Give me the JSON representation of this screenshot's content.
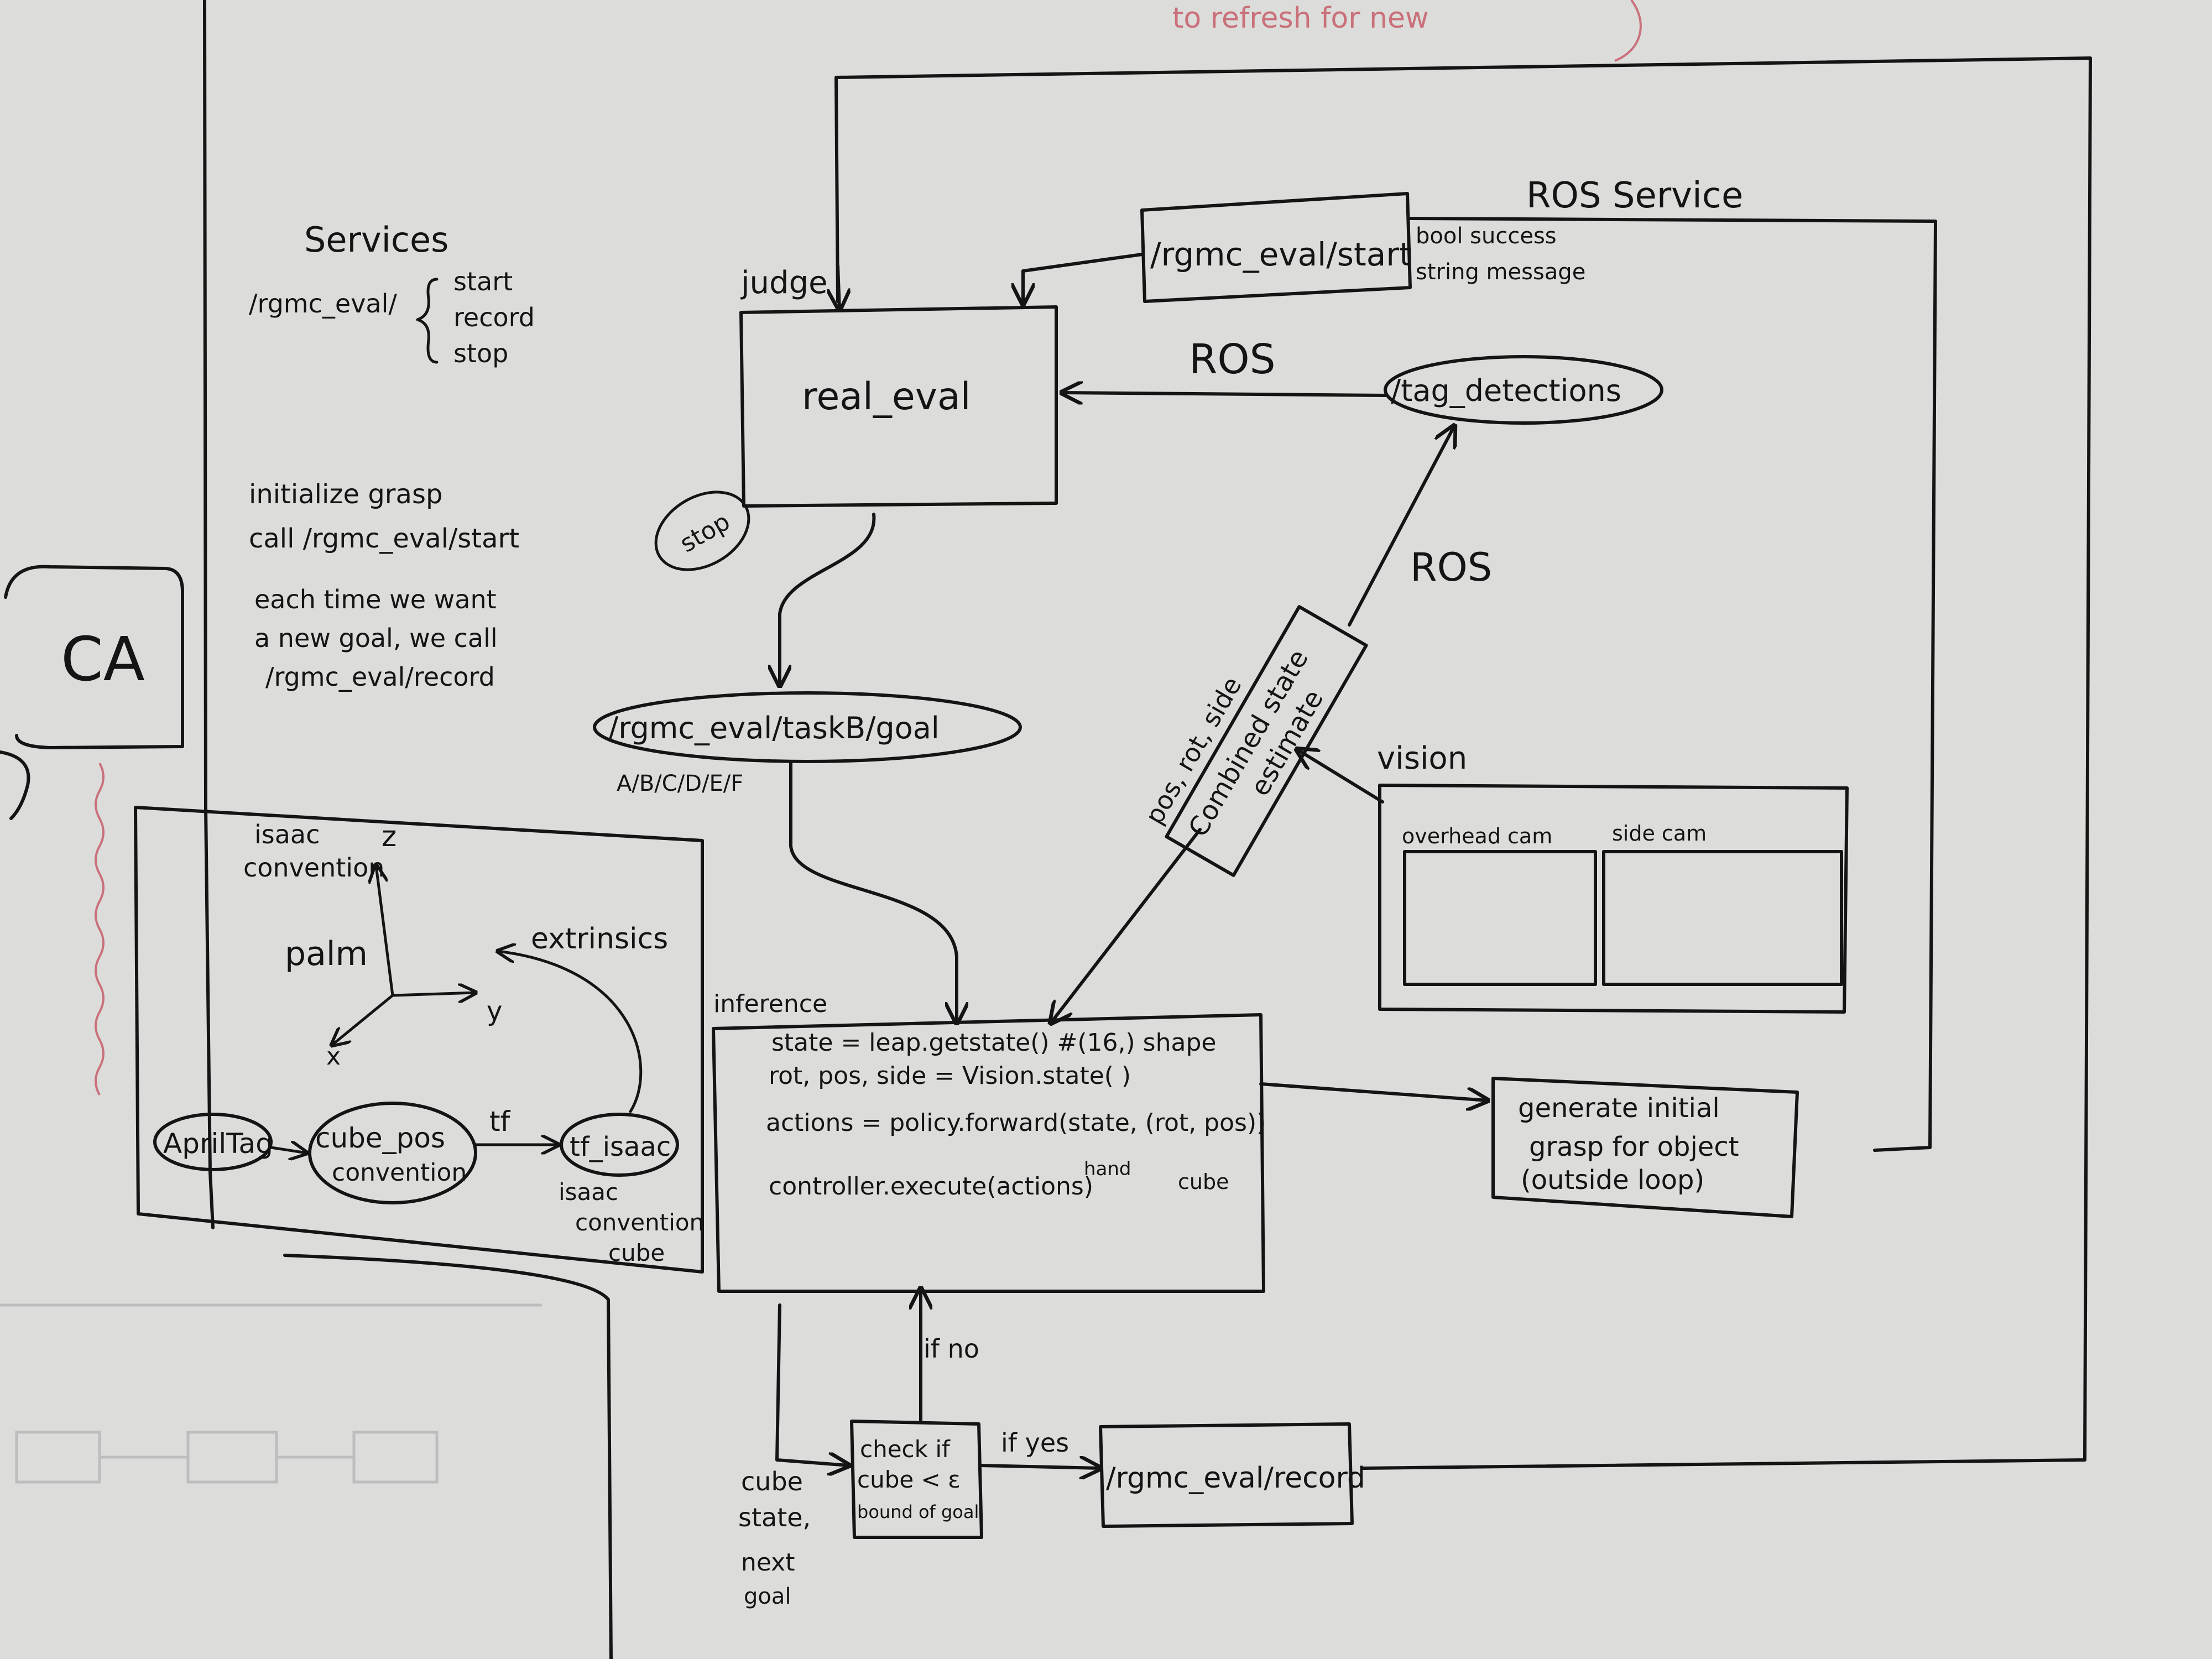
{
  "colors": {
    "board": "#dcdcda",
    "ink": "#141414",
    "faint_ink": "#bdbdbd",
    "red_ink": "#c9707a"
  },
  "top_red_note": "to refresh for new",
  "services_note": {
    "title": "Services",
    "prefix": "/rgmc_eval/",
    "items": [
      "start",
      "record",
      "stop"
    ]
  },
  "notes": [
    "initialize grasp",
    "call /rgmc_eval/start",
    "each time we want",
    "a new goal, we call",
    "/rgmc_eval/record"
  ],
  "ca_label": "CA",
  "judge_label": "judge",
  "real_eval_label": "real_eval",
  "stop_label": "stop",
  "start_service": "/rgmc_eval/start",
  "start_response": [
    "bool success",
    "string message"
  ],
  "ros_service_label": "ROS Service",
  "ros_label_1": "ROS",
  "ros_label_2": "ROS",
  "tag_detections": "/tag_detections",
  "goal_topic": "/rgmc_eval/taskB/goal",
  "goal_options": "A/B/C/D/E/F",
  "combined_state": {
    "side_label": "pos, rot, side",
    "line1": "Combined state",
    "line2": "estimate"
  },
  "vision": {
    "title": "vision",
    "cams": [
      "overhead cam",
      "side cam"
    ]
  },
  "convention": {
    "isaac_label": "isaac convention",
    "z_axis": "z",
    "y_axis": "y",
    "x_axis": "x",
    "palm": "palm",
    "extrinsics": "extrinsics",
    "apriltag": "AprilTag",
    "cube_pos_line1": "cube_pos",
    "cube_pos_line2": "convention",
    "tf_label": "tf",
    "tf_isaac": "tf_isaac",
    "isaac_cube": [
      "isaac",
      "convention",
      "cube"
    ]
  },
  "inference": {
    "title": "inference",
    "lines": [
      "state = leap.getstate() #(16,) shape",
      "rot, pos, side = Vision.state( )",
      "actions = policy.forward(state, (rot, pos))",
      "controller.execute(actions)"
    ],
    "hand_label": "hand",
    "cube_label": "cube"
  },
  "generate_grasp": [
    "generate initial",
    "grasp for object",
    "(outside loop)"
  ],
  "check_box": [
    "check if",
    "cube < ε",
    "bound of goal"
  ],
  "if_no": "if no",
  "if_yes": "if yes",
  "record_service": "/rgmc_eval/record",
  "cube_state_note": [
    "cube",
    "state,",
    "next",
    "goal"
  ]
}
